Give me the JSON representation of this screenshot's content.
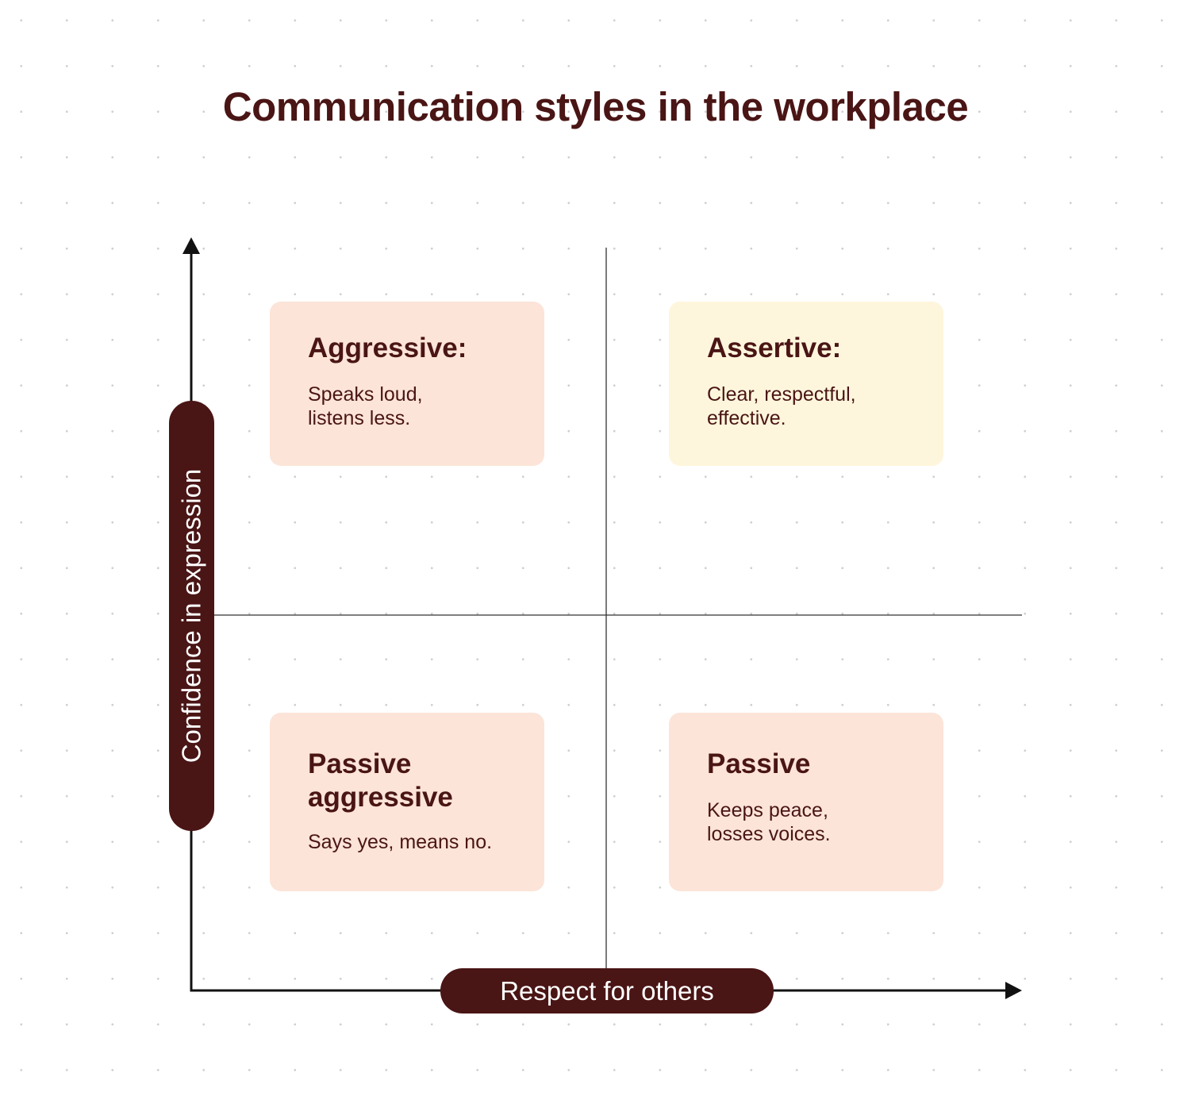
{
  "title": "Communication styles in the workplace",
  "axes": {
    "y_label": "Confidence in expression",
    "x_label": "Respect for others"
  },
  "quadrants": [
    {
      "position": "top-left",
      "title": "Aggressive:",
      "description": "Speaks loud,\nlistens less.",
      "color": "#fce4d8"
    },
    {
      "position": "top-right",
      "title": "Assertive:",
      "description": "Clear, respectful,\neffective.",
      "color": "#fef6dc"
    },
    {
      "position": "bottom-left",
      "title": "Passive\naggressive",
      "description": "Says yes, means no.",
      "color": "#fce4d8"
    },
    {
      "position": "bottom-right",
      "title": "Passive",
      "description": "Keeps peace,\nlosses voices.",
      "color": "#fce4d8"
    }
  ],
  "colors": {
    "accent": "#4a1515",
    "axis": "#111111"
  }
}
